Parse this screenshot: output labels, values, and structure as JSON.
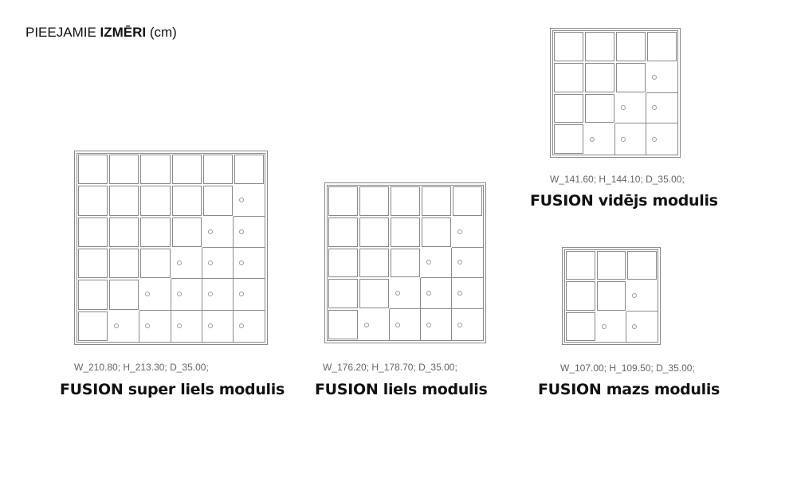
{
  "heading": {
    "prefix": "PIEEJAMIE ",
    "bold": "IZMĒRI",
    "suffix": " (cm)"
  },
  "modules": [
    {
      "id": "super",
      "grid": 6,
      "dims": "W_210.80; H_213.30; D_35.00;",
      "name": "FUSION super liels modulis"
    },
    {
      "id": "large",
      "grid": 5,
      "dims": "W_176.20; H_178.70; D_35.00;",
      "name": "FUSION liels modulis"
    },
    {
      "id": "medium",
      "grid": 4,
      "dims": "W_141.60; H_144.10; D_35.00;",
      "name": "FUSION vidējs modulis"
    },
    {
      "id": "small",
      "grid": 3,
      "dims": "W_107.00; H_109.50; D_35.00;",
      "name": "FUSION mazs modulis"
    }
  ]
}
